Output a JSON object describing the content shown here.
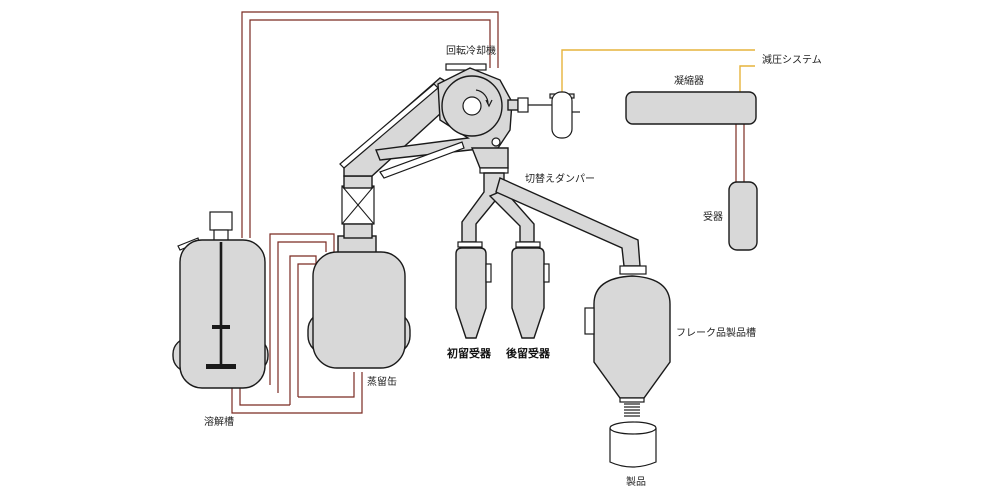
{
  "colors": {
    "vessel_fill": "#d8d8d8",
    "outline": "#1a1a1a",
    "heating_pipe": "#7a2a22",
    "vacuum_line": "#e6b33c"
  },
  "labels": {
    "rotary_cooler": "回転冷却機",
    "vacuum_system": "減圧システム",
    "condenser": "凝縮器",
    "switch_damper": "切替えダンパー",
    "receiver": "受器",
    "first_receiver": "初留受器",
    "last_receiver": "後留受器",
    "flake_tank": "フレーク品製品槽",
    "dissolving_tank": "溶解槽",
    "distillation_pot": "蒸留缶",
    "product": "製品"
  }
}
